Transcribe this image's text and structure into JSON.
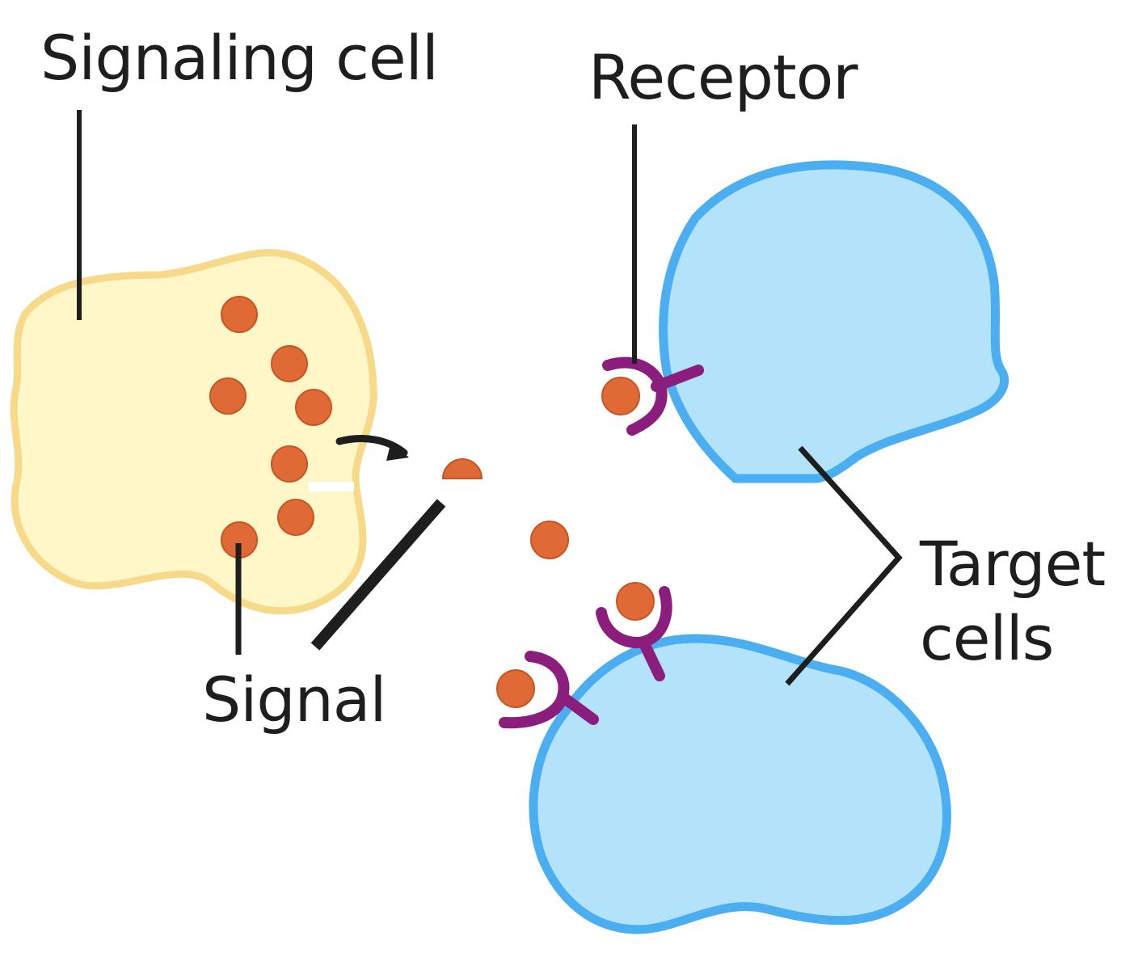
{
  "labels": {
    "signaling_cell": "Signaling cell",
    "receptor": "Receptor",
    "signal": "Signal",
    "target_line1": "Target",
    "target_line2": "cells"
  },
  "colors": {
    "signaling_cell_fill": "#fff7c8",
    "signaling_cell_stroke": "#f7d98a",
    "target_cell_fill": "#b3e3fa",
    "target_cell_stroke": "#4aaef0",
    "signal_molecule": "#e06a35",
    "receptor": "#8b1d7c",
    "leader_line": "#1e1e1e"
  },
  "icons": {
    "signal_molecule": "circle",
    "receptor": "y-shaped-receptor",
    "release_arrow": "curved-arrow"
  }
}
